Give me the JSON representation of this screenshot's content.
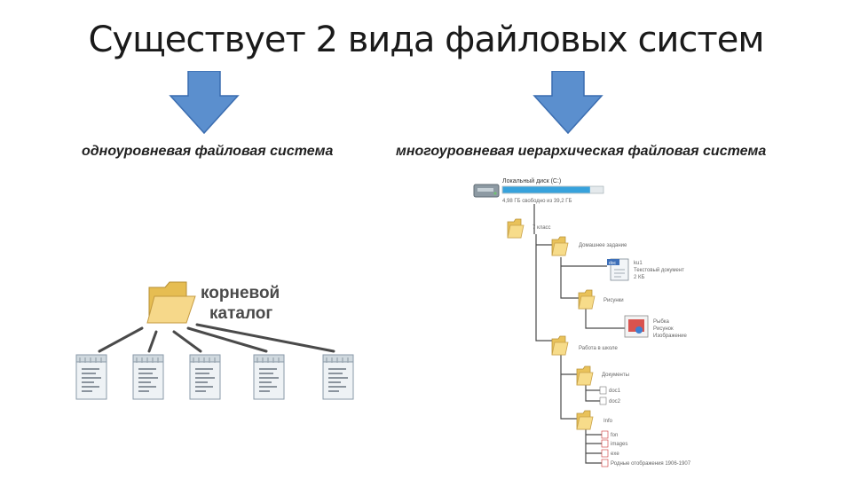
{
  "title": "Существует 2 вида файловых систем",
  "left": {
    "label": "одноуровневая файловая система",
    "root_label_line1": "корневой",
    "root_label_line2": "каталог",
    "file_count": 5
  },
  "right": {
    "label": "многоуровневая иерархическая файловая система",
    "drive_name": "Локальный диск (C:)",
    "drive_free": "4,98 ГБ свободно из 39,2 ГБ",
    "drive_fill": 0.87,
    "tree": {
      "folder1": "7 класс",
      "folder1a": "Домашнее задание",
      "file1_name": "ku1",
      "file1_type": "Текстовый документ",
      "file1_size": "2 КБ",
      "folder1b": "Рисунки",
      "file2_name": "Рыбка",
      "file2_type": "Рисунок",
      "file2_size": "Изображение",
      "folder2": "Работа в школе",
      "folder2a": "Документы",
      "doc1": "doc1",
      "doc2": "doc2",
      "folder2b": "Info",
      "item1": "fon",
      "item2": "images",
      "item3": "exe",
      "item4": "Родные отображения 1906-1907"
    }
  },
  "colors": {
    "arrow_fill": "#5b8fce",
    "arrow_stroke": "#3b6db0",
    "folder": "#f2d27a"
  }
}
